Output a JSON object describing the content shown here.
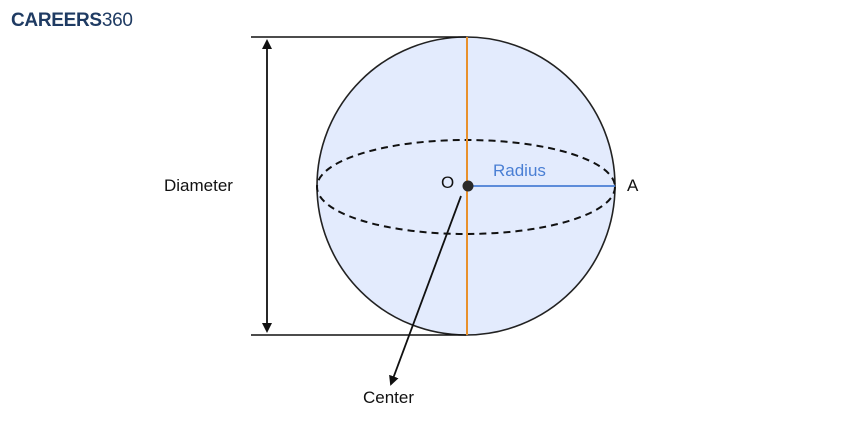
{
  "logo": {
    "brand_bold": "CAREERS",
    "brand_light": "360"
  },
  "diagram": {
    "labels": {
      "diameter": "Diameter",
      "radius": "Radius",
      "center_point": "O",
      "edge_point": "A",
      "center": "Center"
    }
  },
  "colors": {
    "sphere_fill": "#e3ebfd",
    "outline": "#222222",
    "vertical_diameter": "#e8902c",
    "radius": "#4a7fd4",
    "brand": "#1f3b63"
  }
}
